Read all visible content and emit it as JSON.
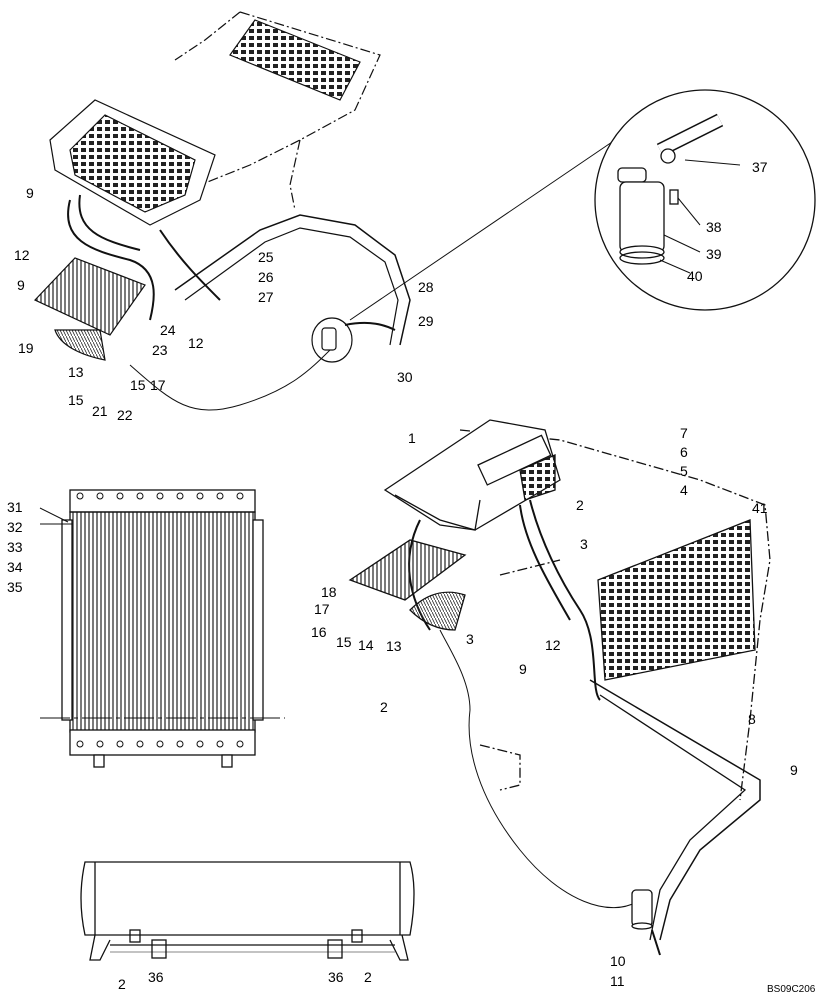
{
  "callouts": {
    "top_view": [
      "9",
      "12",
      "9",
      "19",
      "13",
      "15",
      "21",
      "22",
      "15",
      "17",
      "23",
      "24",
      "12",
      "25",
      "26",
      "27",
      "28",
      "29",
      "30"
    ],
    "inset": [
      "37",
      "38",
      "39",
      "40"
    ],
    "right_view": [
      "1",
      "7",
      "6",
      "5",
      "4",
      "41",
      "2",
      "3",
      "18",
      "17",
      "16",
      "15",
      "14",
      "13",
      "3",
      "12",
      "9",
      "2",
      "8",
      "9",
      "10",
      "11"
    ],
    "condenser": [
      "31",
      "32",
      "33",
      "34",
      "35"
    ],
    "bottom_view": [
      "2",
      "36",
      "36",
      "2"
    ]
  },
  "reference_code": "BS09C206"
}
